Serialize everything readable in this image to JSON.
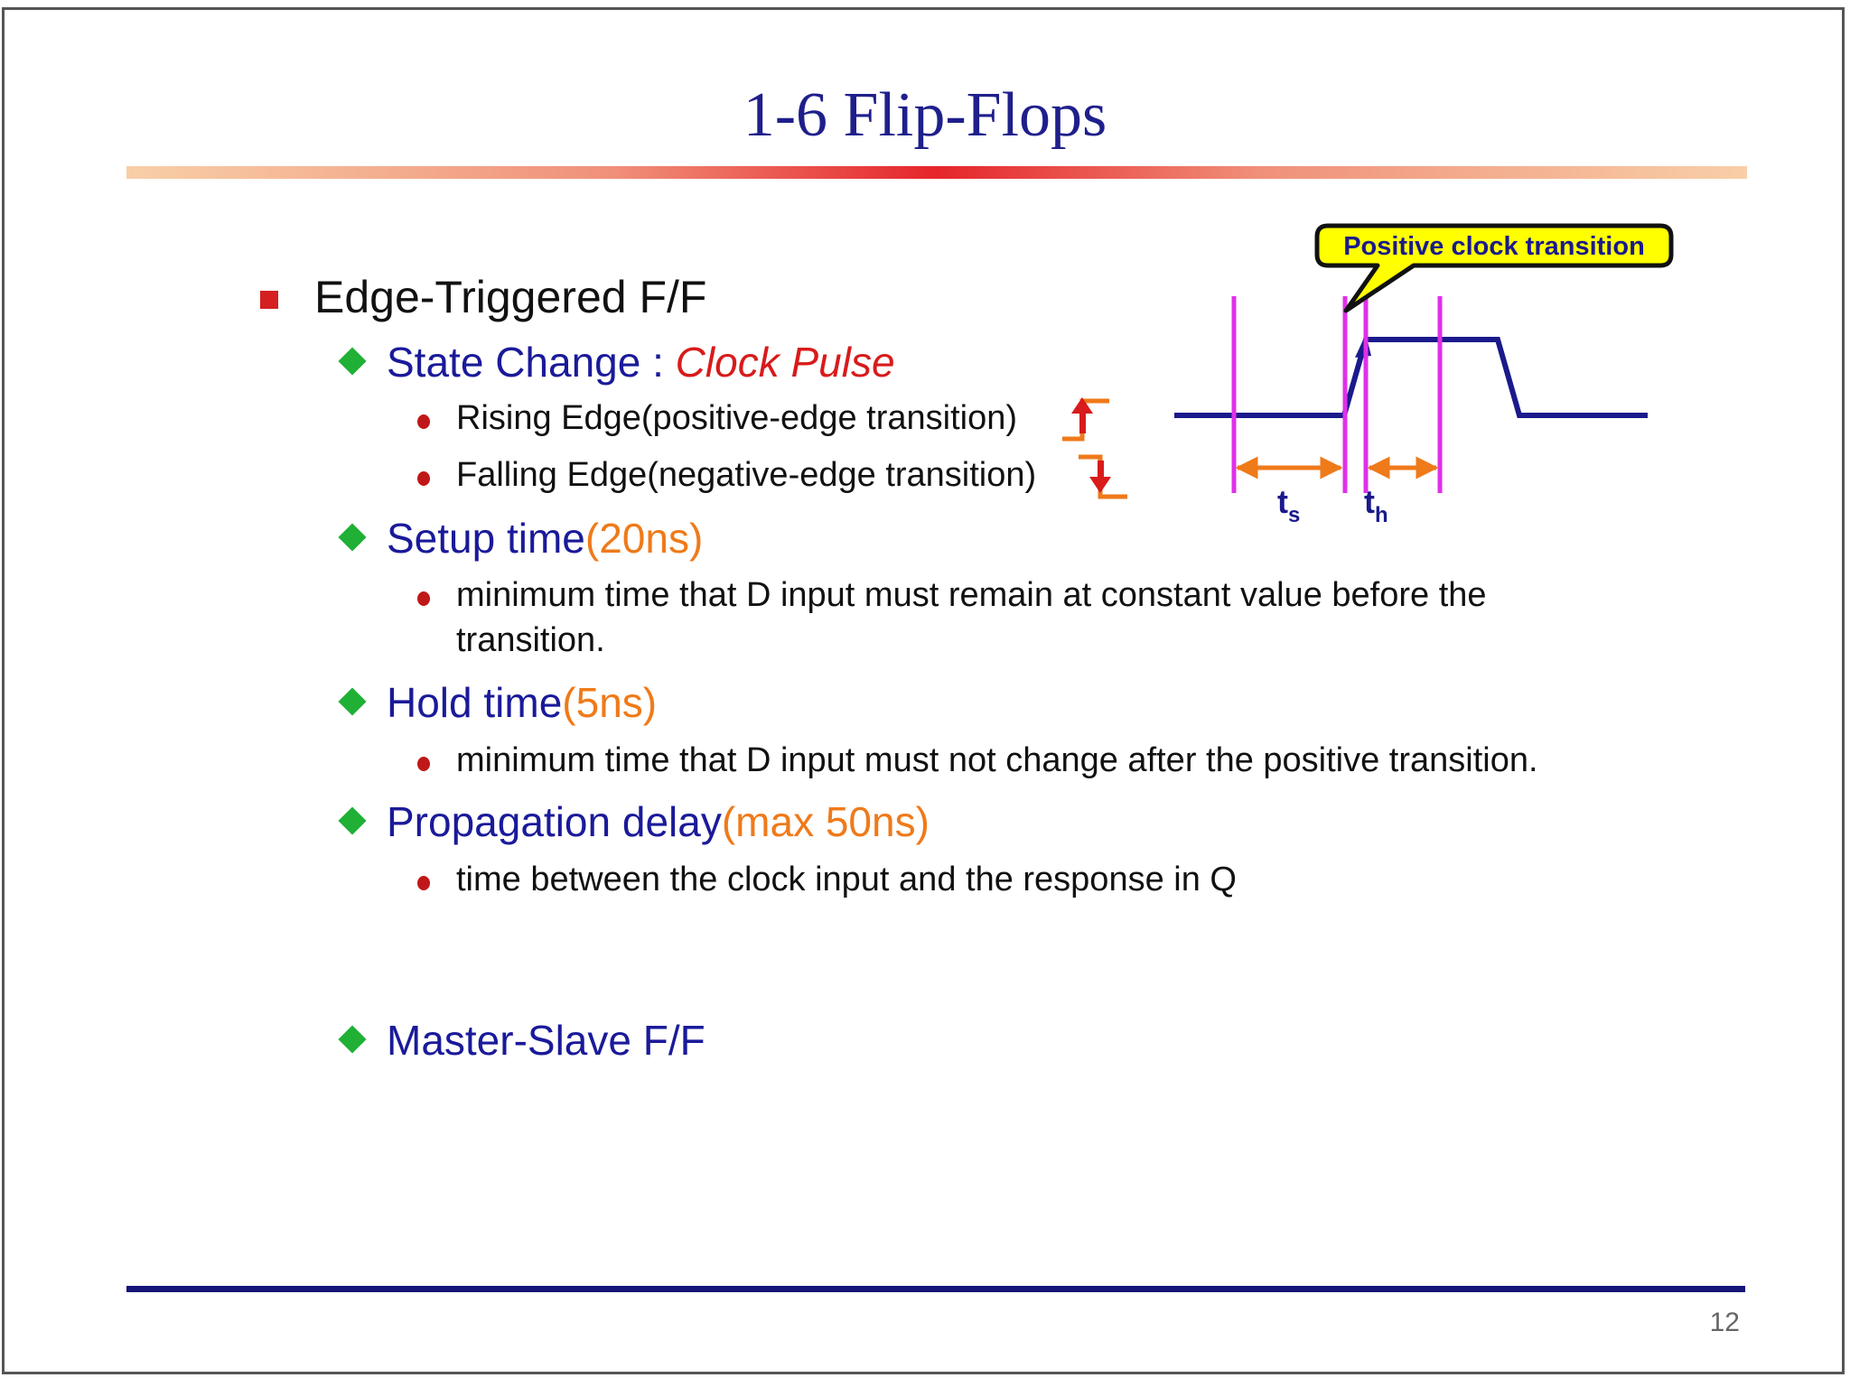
{
  "slide": {
    "title": "1-6  Flip-Flops",
    "page_number": "12"
  },
  "content": {
    "heading": "Edge-Triggered F/F",
    "state_change": {
      "label": "State Change : ",
      "value": "Clock Pulse"
    },
    "rising_edge": "Rising Edge(positive-edge transition)",
    "falling_edge": "Falling Edge(negative-edge transition)",
    "setup_time": {
      "label": "Setup time",
      "value": "(20ns)"
    },
    "setup_desc_line1": "minimum time that D input must remain at constant value before the",
    "setup_desc_line2": "transition.",
    "hold_time": {
      "label": "Hold time",
      "value": "(5ns)"
    },
    "hold_desc": "minimum time that D input must not change after the positive transition.",
    "prop_delay": {
      "label": "Propagation delay",
      "value": "(max 50ns)"
    },
    "prop_desc": "time between the clock input and the response in Q",
    "master_slave": "Master-Slave F/F"
  },
  "diagram": {
    "callout": "Positive clock transition",
    "ts_main": "t",
    "ts_sub": "s",
    "th_main": "t",
    "th_sub": "h"
  },
  "colors": {
    "title": "#1f1f8c",
    "item_blue": "#1a1a9a",
    "accent_red": "#d81b1b",
    "accent_orange": "#ef7a1a",
    "bullet_green": "#1fb035",
    "magenta": "#e030e8",
    "callout_fill": "#ffff00"
  },
  "icons": [
    "square-bullet-icon",
    "diamond-bullet-icon",
    "dot-bullet-icon",
    "rising-edge-icon",
    "falling-edge-icon"
  ]
}
